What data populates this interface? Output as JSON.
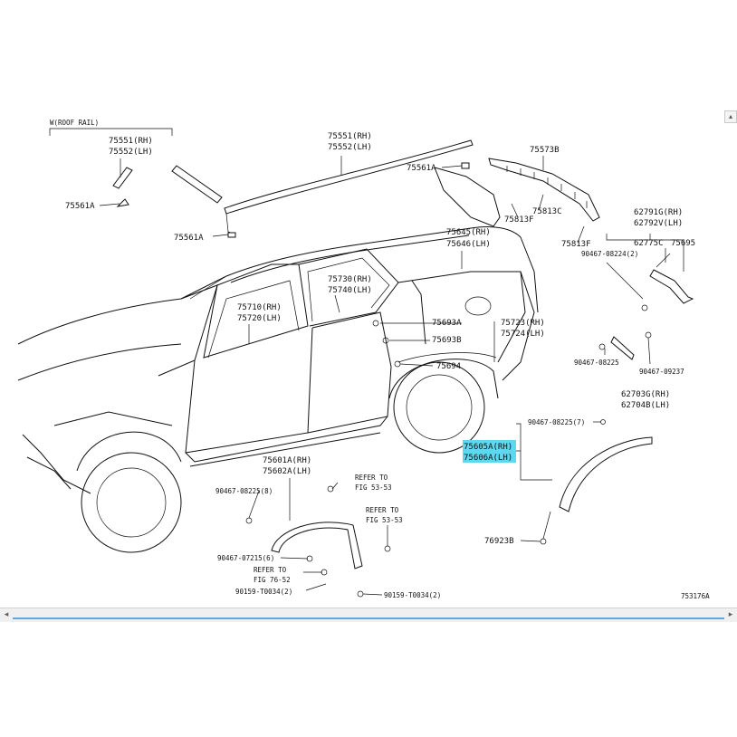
{
  "diagram": {
    "figure_id": "753176A",
    "group_label": "W(ROOF RAIL)",
    "parts": [
      {
        "id": "p1",
        "lines": [
          "75551(RH)",
          "75552(LH)"
        ]
      },
      {
        "id": "p2",
        "lines": [
          "75561A"
        ]
      },
      {
        "id": "p3",
        "lines": [
          "75551(RH)",
          "75552(LH)"
        ]
      },
      {
        "id": "p4",
        "lines": [
          "75561A"
        ]
      },
      {
        "id": "p5",
        "lines": [
          "75561A"
        ]
      },
      {
        "id": "p6",
        "lines": [
          "75573B"
        ]
      },
      {
        "id": "p7",
        "lines": [
          "75813C"
        ]
      },
      {
        "id": "p8",
        "lines": [
          "75813F"
        ]
      },
      {
        "id": "p9",
        "lines": [
          "75813F"
        ]
      },
      {
        "id": "p10",
        "lines": [
          "75645(RH)",
          "75646(LH)"
        ]
      },
      {
        "id": "p11",
        "lines": [
          "62791G(RH)",
          "62792V(LH)"
        ]
      },
      {
        "id": "p12",
        "lines": [
          "62775C"
        ]
      },
      {
        "id": "p13",
        "lines": [
          "75695"
        ]
      },
      {
        "id": "p14",
        "lines": [
          "90467-08224(2)"
        ]
      },
      {
        "id": "p15",
        "lines": [
          "75730(RH)",
          "75740(LH)"
        ]
      },
      {
        "id": "p16",
        "lines": [
          "75710(RH)",
          "75720(LH)"
        ]
      },
      {
        "id": "p17",
        "lines": [
          "75693A"
        ]
      },
      {
        "id": "p18",
        "lines": [
          "75723(RH)",
          "75724(LH)"
        ]
      },
      {
        "id": "p19",
        "lines": [
          "75693B"
        ]
      },
      {
        "id": "p20",
        "lines": [
          "75694"
        ]
      },
      {
        "id": "p21",
        "lines": [
          "90467-08225"
        ]
      },
      {
        "id": "p22",
        "lines": [
          "90467-09237"
        ]
      },
      {
        "id": "p23",
        "lines": [
          "62703G(RH)",
          "62704B(LH)"
        ]
      },
      {
        "id": "p24",
        "lines": [
          "90467-08225(7)"
        ]
      },
      {
        "id": "p25",
        "lines": [
          "75605A(RH)",
          "75606A(LH)"
        ],
        "highlight": true
      },
      {
        "id": "p26",
        "lines": [
          "75601A(RH)",
          "75602A(LH)"
        ]
      },
      {
        "id": "p27",
        "lines": [
          "REFER TO",
          "FIG 53-53"
        ]
      },
      {
        "id": "p28",
        "lines": [
          "90467-08225(8)"
        ]
      },
      {
        "id": "p29",
        "lines": [
          "REFER TO",
          "FIG 53-53"
        ]
      },
      {
        "id": "p30",
        "lines": [
          "76923B"
        ]
      },
      {
        "id": "p31",
        "lines": [
          "90467-07215(6)"
        ]
      },
      {
        "id": "p32",
        "lines": [
          "REFER TO",
          "FIG 76-52"
        ]
      },
      {
        "id": "p33",
        "lines": [
          "90159-T0034(2)"
        ]
      },
      {
        "id": "p34",
        "lines": [
          "90159-T0034(2)"
        ]
      }
    ],
    "colors": {
      "line": "#111111",
      "highlight": "#5ed8ee",
      "scroll_thumb": "#5aa9e6"
    }
  },
  "ui": {
    "scroll_left_icon": "◂",
    "scroll_right_icon": "▸",
    "scroll_up_icon": "▴"
  }
}
